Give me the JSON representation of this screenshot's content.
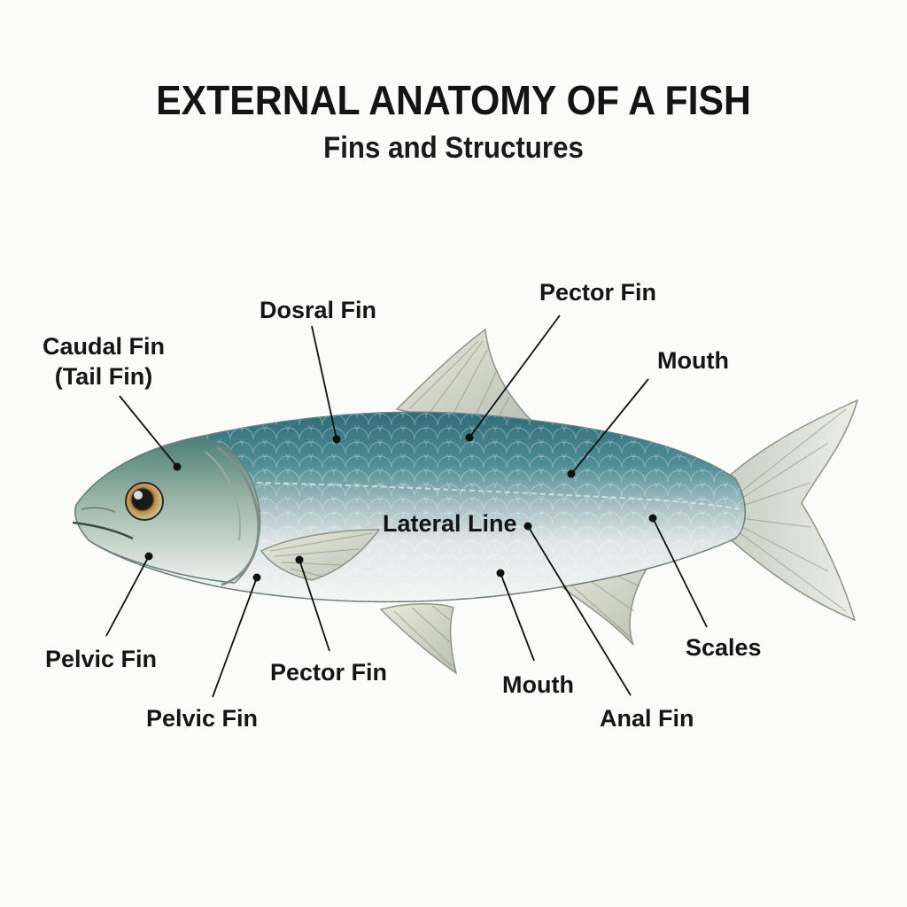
{
  "header": {
    "title": "EXTERNAL ANATOMY OF A FISH",
    "subtitle": "Fins and Structures"
  },
  "labels": {
    "dorsal_fin": "Dosral Fin",
    "pector_fin_top": "Pector Fin",
    "mouth_top": "Mouth",
    "caudal_fin_line1": "Caudal Fin",
    "caudal_fin_line2": "(Tail Fin)",
    "lateral_line": "Lateral Line",
    "pelvic_fin_left": "Pelvic Fin",
    "pelvic_fin_bottom": "Pelvic Fin",
    "pector_fin_bottom": "Pector Fin",
    "mouth_bottom": "Mouth",
    "anal_fin": "Anal Fin",
    "scales": "Scales"
  },
  "colors": {
    "back": "#3f7a86",
    "belly": "#eef0f1",
    "fin": "#d9d8c8",
    "line": "#111111"
  }
}
